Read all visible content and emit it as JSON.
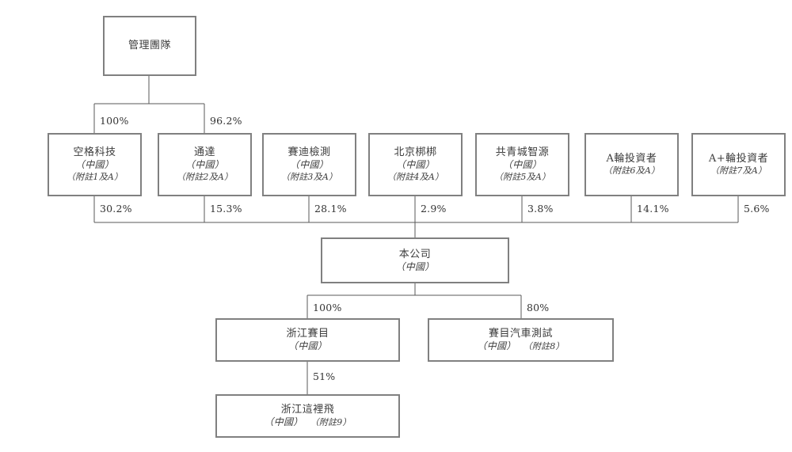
{
  "diagram": {
    "title": "Corporate shareholding structure chart",
    "type": "org-chart",
    "colors": {
      "box_border": "#808080",
      "connector": "#5a5a5a",
      "text": "#3c3c3c",
      "background": "#ffffff"
    },
    "country_label": "（中國）"
  },
  "nodes": {
    "management": {
      "name": "管理團隊",
      "country": "",
      "note": ""
    },
    "row2": [
      {
        "name": "空格科技",
        "country": "（中國）",
        "note": "（附註1及A）"
      },
      {
        "name": "通達",
        "country": "（中國）",
        "note": "（附註2及A）"
      },
      {
        "name": "賽迪檢測",
        "country": "（中國）",
        "note": "（附註3及A）"
      },
      {
        "name": "北京梆梆",
        "country": "（中國）",
        "note": "（附註4及A）"
      },
      {
        "name": "共青城智源",
        "country": "（中國）",
        "note": "（附註5及A）"
      },
      {
        "name": "A輪投資者",
        "country": "",
        "note": "（附註6及A）"
      },
      {
        "name": "A+輪投資者",
        "country": "",
        "note": "（附註7及A）"
      }
    ],
    "company": {
      "name": "本公司",
      "country": "（中國）",
      "note": ""
    },
    "row4": [
      {
        "name": "浙江賽目",
        "country": "（中國）",
        "note": ""
      },
      {
        "name": "賽目汽車測試",
        "country": "（中國）",
        "note": "（附註8）"
      }
    ],
    "row5": [
      {
        "name": "浙江這裡飛",
        "country": "（中國）",
        "note": "（附註9）"
      }
    ]
  },
  "edges": {
    "management_to_row2": [
      {
        "from": "management",
        "to": "空格科技",
        "label": "100%"
      },
      {
        "from": "management",
        "to": "通達",
        "label": "96.2%"
      }
    ],
    "row2_to_company": [
      {
        "from": "空格科技",
        "to": "本公司",
        "label": "30.2%"
      },
      {
        "from": "通達",
        "to": "本公司",
        "label": "15.3%"
      },
      {
        "from": "賽迪檢測",
        "to": "本公司",
        "label": "28.1%"
      },
      {
        "from": "北京梆梆",
        "to": "本公司",
        "label": "2.9%"
      },
      {
        "from": "共青城智源",
        "to": "本公司",
        "label": "3.8%"
      },
      {
        "from": "A輪投資者",
        "to": "本公司",
        "label": "14.1%"
      },
      {
        "from": "A+輪投資者",
        "to": "本公司",
        "label": "5.6%"
      }
    ],
    "company_to_row4": [
      {
        "from": "本公司",
        "to": "浙江賽目",
        "label": "100%"
      },
      {
        "from": "本公司",
        "to": "賽目汽車測試",
        "label": "80%"
      }
    ],
    "row4_to_row5": [
      {
        "from": "浙江賽目",
        "to": "浙江這裡飛",
        "label": "51%"
      }
    ]
  }
}
